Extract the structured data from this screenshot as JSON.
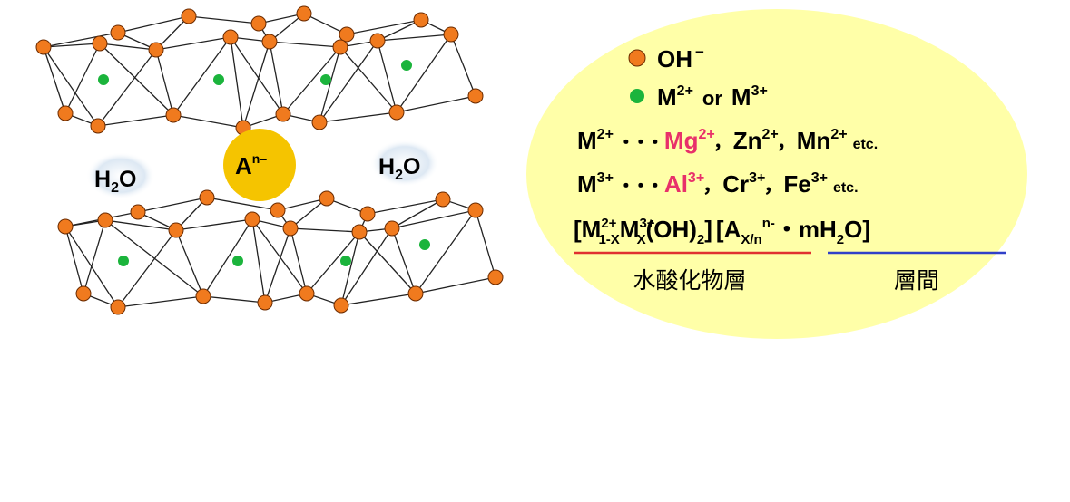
{
  "colors": {
    "oxygen": "#F07A1E",
    "metal": "#1BB43C",
    "anion": "#F5C400",
    "panel": "#FFFFA8",
    "highlight": "#E8306A",
    "underline_hydroxide": "#E03030",
    "underline_interlayer": "#3040C8",
    "water_glow": "#DDE8F3"
  },
  "structure": {
    "water_left": {
      "main": "H",
      "sub": "2",
      "tail": "O"
    },
    "water_right": {
      "main": "H",
      "sub": "2",
      "tail": "O"
    },
    "anion": {
      "main": "A",
      "sup": "n–"
    }
  },
  "legend": {
    "oh_main": "OH",
    "oh_sup": "−",
    "metal_m2": "M",
    "metal_m2_sup": "2+",
    "metal_or": "or",
    "metal_m3": "M",
    "metal_m3_sup": "3+"
  },
  "divalent": {
    "head": "M",
    "head_sup": "2+",
    "dots": "・・・",
    "hl_main": "Mg",
    "hl_sup": "2+",
    "sep1": "，",
    "e1_main": "Zn",
    "e1_sup": "2+",
    "sep2": "，",
    "e2_main": "Mn",
    "e2_sup": "2+",
    "etc": "etc."
  },
  "trivalent": {
    "head": "M",
    "head_sup": "3+",
    "dots": "・・・",
    "hl_main": "Al",
    "hl_sup": "3+",
    "sep1": "，",
    "e1_main": "Cr",
    "e1_sup": "3+",
    "sep2": "，",
    "e2_main": "Fe",
    "e2_sup": "3+",
    "etc": "etc."
  },
  "formula": {
    "p1": "[M",
    "p1_sup": "2+",
    "p1_sub": "1-X",
    "p2": "M",
    "p2_sup": "3+",
    "p2_sub": "X",
    "p3": "(OH)",
    "p3_sub": "2",
    "p4": "]",
    "p5": "[A",
    "p5_sub": "X/n",
    "p5_sup": "n-",
    "p6": "・mH",
    "p6_sub": "2",
    "p7": "O]"
  },
  "labels": {
    "hydroxide_layer": "水酸化物層",
    "interlayer": "層間"
  }
}
